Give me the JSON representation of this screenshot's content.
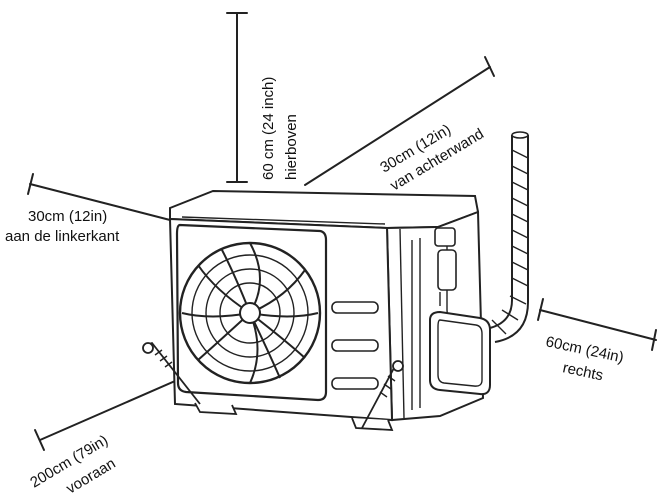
{
  "clearances": {
    "top": {
      "line1": "60 cm (24 inch)",
      "line2": "hierboven"
    },
    "back": {
      "line1": "30cm (12in)",
      "line2": "van achterwand"
    },
    "left": {
      "line1": "30cm (12in)",
      "line2": "aan de linkerkant"
    },
    "right": {
      "line1": "60cm (24in)",
      "line2": "rechts"
    },
    "front": {
      "line1": "200cm (79in)",
      "line2": "vooraan"
    }
  }
}
